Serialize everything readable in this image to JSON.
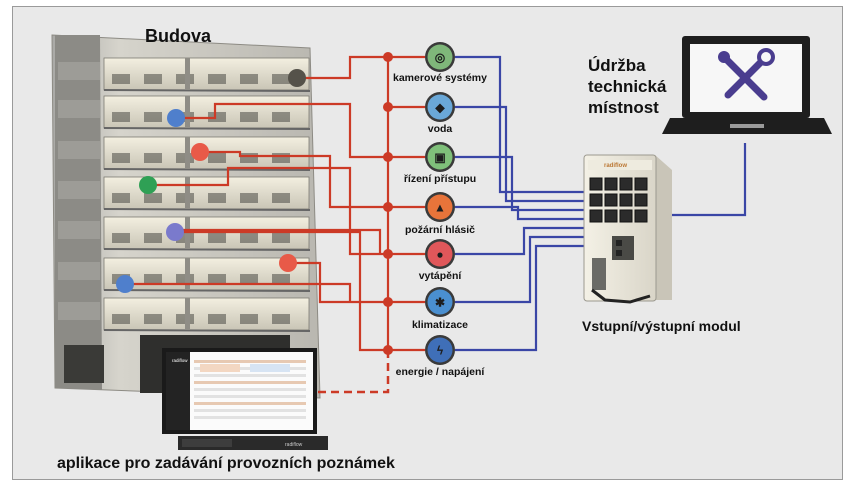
{
  "building": {
    "title": "Budova"
  },
  "maintenance": {
    "line1": "Údržba",
    "line2": "technická",
    "line3": "místnost"
  },
  "io_module": {
    "label": "Vstupní/výstupní modul"
  },
  "application": {
    "label": "aplikace pro zadávání provozních poznámek"
  },
  "services": [
    {
      "label": "kamerové systémy",
      "icon": "camera-icon",
      "color": "#7fb77a"
    },
    {
      "label": "voda",
      "icon": "water-drop-icon",
      "color": "#6aa8d8"
    },
    {
      "label": "řízení přístupu",
      "icon": "access-card-icon",
      "color": "#7fc07a"
    },
    {
      "label": "požární hlásič",
      "icon": "fire-icon",
      "color": "#e8743a"
    },
    {
      "label": "vytápění",
      "icon": "thermometer-icon",
      "color": "#e0575a"
    },
    {
      "label": "klimatizace",
      "icon": "snowflake-icon",
      "color": "#4a8fd0"
    },
    {
      "label": "energie / napájení",
      "icon": "lightning-icon",
      "color": "#3f6fb8"
    }
  ],
  "colors": {
    "red_line": "#cc3a26",
    "blue_line": "#3a46a6",
    "dot_gray": "#55524a",
    "dot_blue": "#4f7fcc",
    "dot_red": "#e85a48",
    "dot_green": "#2fa055",
    "dot_purple": "#7a7acc"
  },
  "screen": {
    "logo": "radiflow"
  }
}
